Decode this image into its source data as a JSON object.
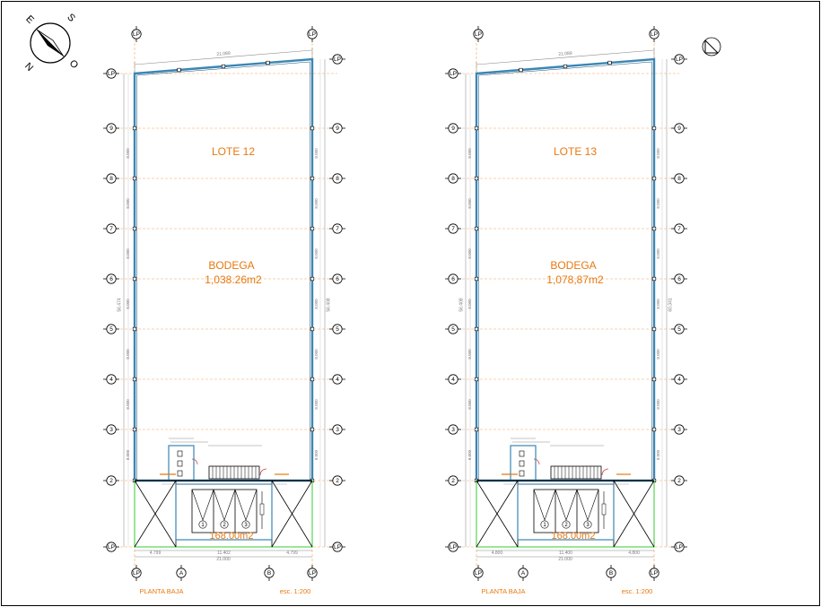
{
  "compass": {
    "north": "N",
    "south": "S",
    "east": "E",
    "west": "O"
  },
  "plans": [
    {
      "id": "lote-12",
      "lot_label": "LOTE 12",
      "bodega_label": "BODEGA",
      "bodega_area": "1,038.26m2",
      "office_area": "168.00m2",
      "top_width_dim": "21.089",
      "bottom_dims": [
        "4.799",
        "11.402",
        "4.799"
      ],
      "total_width_dim": "21.000",
      "left_total_dim": "56.474",
      "right_total_dim": "56.408",
      "footer_left": "PLANTA BAJA",
      "footer_right": "esc. 1:200",
      "show_north_symbol": false
    },
    {
      "id": "lote-13",
      "lot_label": "LOTE 13",
      "bodega_label": "BODEGA",
      "bodega_area": "1,078,87m2",
      "office_area": "168.00m2",
      "top_width_dim": "21.089",
      "bottom_dims": [
        "4.800",
        "11.400",
        "4.800"
      ],
      "total_width_dim": "21.000",
      "left_total_dim": "56.408",
      "right_total_dim": "60.341",
      "footer_left": "PLANTA BAJA",
      "footer_right": "esc. 1:200",
      "show_north_symbol": true
    }
  ],
  "grid_rows": [
    "LP",
    "9",
    "8",
    "7",
    "6",
    "5",
    "4",
    "3",
    "2",
    "LP"
  ],
  "grid_row_spacing": "8.000",
  "bottom_axes": [
    "LP",
    "A",
    "B",
    "LP"
  ],
  "top_axes": [
    "LP",
    "LP"
  ],
  "parking_spots": [
    "1",
    "2",
    "3"
  ],
  "colors": {
    "wall": "#3a86b4",
    "label": "#e8780f",
    "green": "#33cc33",
    "line": "#000000",
    "dim": "#888888"
  }
}
